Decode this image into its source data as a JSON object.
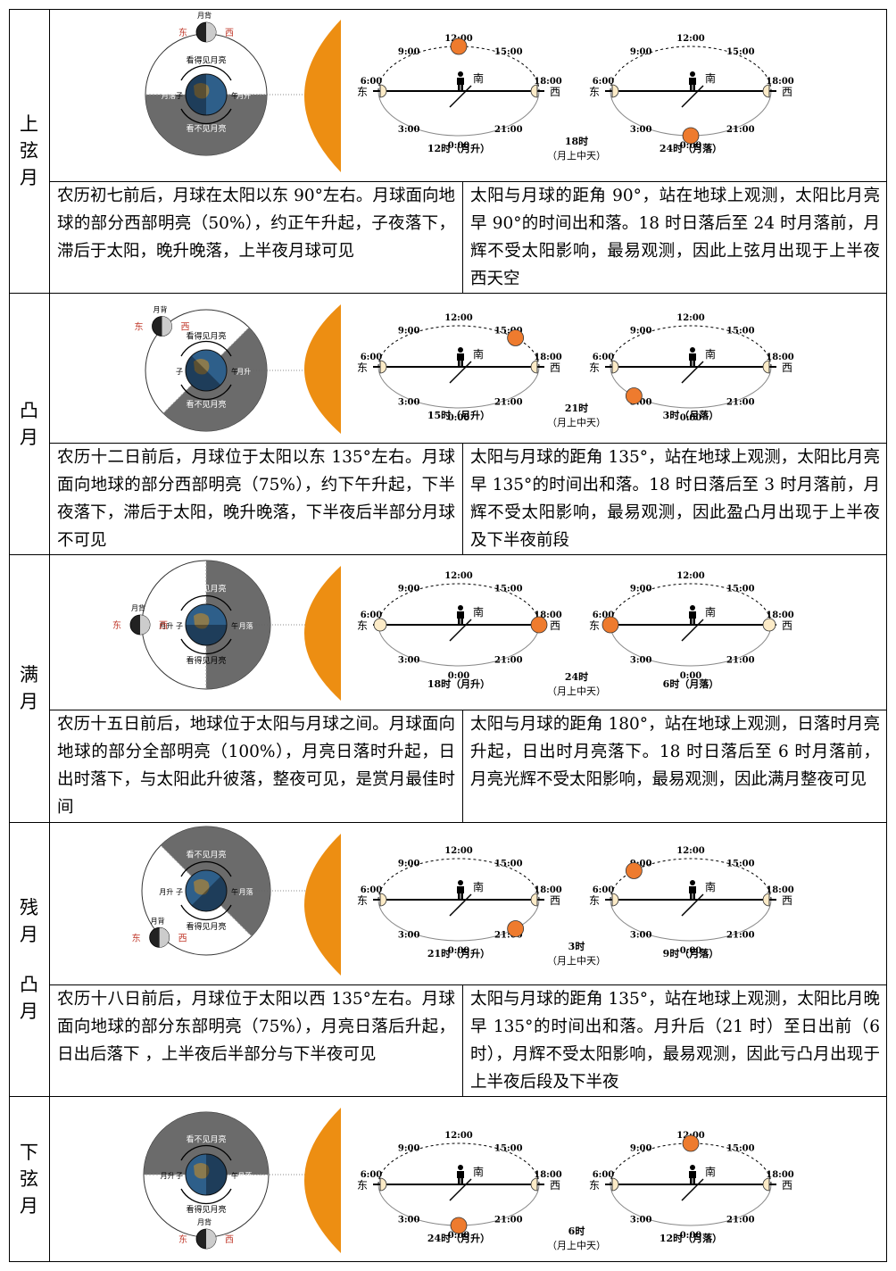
{
  "time_labels": {
    "t6": "6:00",
    "t9": "9:00",
    "t12": "12:00",
    "t15": "15:00",
    "t18": "18:00",
    "t21": "21:00",
    "t0": "0:00",
    "t3": "3:00"
  },
  "directions": {
    "east": "东",
    "west": "西",
    "south": "南"
  },
  "colors": {
    "sun": "#ED8E12",
    "moon_orange": "#EE7B2E",
    "moon_pale": "#FCEBC7",
    "shadow": "#6B6B6B",
    "direction_red": "#C0392B"
  },
  "phases": [
    {
      "name_chars": [
        "上",
        "弦",
        "月"
      ],
      "globe": {
        "lit": "看得见月亮",
        "dark": "看不见月亮",
        "back": "月背",
        "e": "东",
        "w": "西",
        "left": "月落",
        "right": "月升",
        "zi": "子",
        "wu": "午"
      },
      "rise": "12时（月升）",
      "mid_time": "18时",
      "mid_label": "（月上中天）",
      "set": "24时（月落）",
      "left_text": "农历初七前后，月球在太阳以东 90°左右。月球面向地球的部分西部明亮（50%），约正午升起，子夜落下，滞后于太阳，晚升晚落，上半夜月球可见",
      "right_text": "太阳与月球的距角 90°，站在地球上观测，太阳比月亮早 90°的时间出和落。18 时日落后至 24 时月落前，月辉不受太阳影响，最易观测，因此上弦月出现于上半夜西天空"
    },
    {
      "name_chars": [
        "凸",
        "月"
      ],
      "globe": {
        "lit": "看得见月亮",
        "dark": "看不见月亮",
        "back": "月背",
        "e": "东",
        "w": "西",
        "left": "月落",
        "right": "月升",
        "zi": "子",
        "wu": "午"
      },
      "rise": "15时（月升）",
      "mid_time": "21时",
      "mid_label": "（月上中天）",
      "set": "3时（月落）",
      "left_text": "农历十二日前后，月球位于太阳以东 135°左右。月球面向地球的部分西部明亮（75%），约下午升起，下半夜落下，滞后于太阳，晚升晚落，下半夜后半部分月球不可见",
      "right_text": "太阳与月球的距角 135°，站在地球上观测，太阳比月亮早 135°的时间出和落。18 时日落后至 3 时月落前，月辉不受太阳影响，最易观测，因此盈凸月出现于上半夜及下半夜前段"
    },
    {
      "name_chars": [
        "满",
        "月"
      ],
      "globe": {
        "lit": "看得见月亮",
        "dark": "看不见月亮",
        "back": "月背",
        "e": "东",
        "w": "西",
        "left": "月升",
        "right": "月落",
        "zi": "子",
        "wu": "午"
      },
      "rise": "18时（月升）",
      "mid_time": "24时",
      "mid_label": "（月上中天）",
      "set": "6时（月落）",
      "left_text": "农历十五日前后，地球位于太阳与月球之间。月球面向地球的部分全部明亮（100%），月亮日落时升起，日出时落下，与太阳此升彼落，整夜可见，是赏月最佳时间",
      "right_text": "太阳与月球的距角 180°，站在地球上观测，日落时月亮升起，日出时月亮落下。18 时日落后至 6 时月落前，月亮光辉不受太阳影响，最易观测，因此满月整夜可见"
    },
    {
      "name_chars": [
        "残",
        "月",
        "凸",
        "月"
      ],
      "globe": {
        "lit": "看得见月亮",
        "dark": "看不见月亮",
        "back": "月背",
        "e": "东",
        "w": "西",
        "left": "月升",
        "right": "月落",
        "zi": "子",
        "wu": "午"
      },
      "rise": "21时（月升）",
      "mid_time": "3时",
      "mid_label": "（月上中天）",
      "set": "9时（月落）",
      "left_text": "农历十八日前后，月球位于太阳以西 135°左右。月球面向地球的部分东部明亮（75%），月亮日落后升起，日出后落下 ，上半夜后半部分与下半夜可见",
      "right_text": "太阳与月球的距角 135°，站在地球上观测，太阳比月晚早 135°的时间出和落。月升后（21 时）至日出前（6 时），月辉不受太阳影响，最易观测，因此亏凸月出现于上半夜后段及下半夜"
    },
    {
      "name_chars": [
        "下",
        "弦",
        "月"
      ],
      "globe": {
        "lit": "看得见月亮",
        "dark": "看不见月亮",
        "back": "月背",
        "e": "东",
        "w": "西",
        "left": "月升",
        "right": "月落",
        "zi": "子",
        "wu": "午"
      },
      "rise": "24时（月升）",
      "mid_time": "6时",
      "mid_label": "（月上中天）",
      "set": "12时（月落）",
      "left_text": "",
      "right_text": ""
    }
  ]
}
